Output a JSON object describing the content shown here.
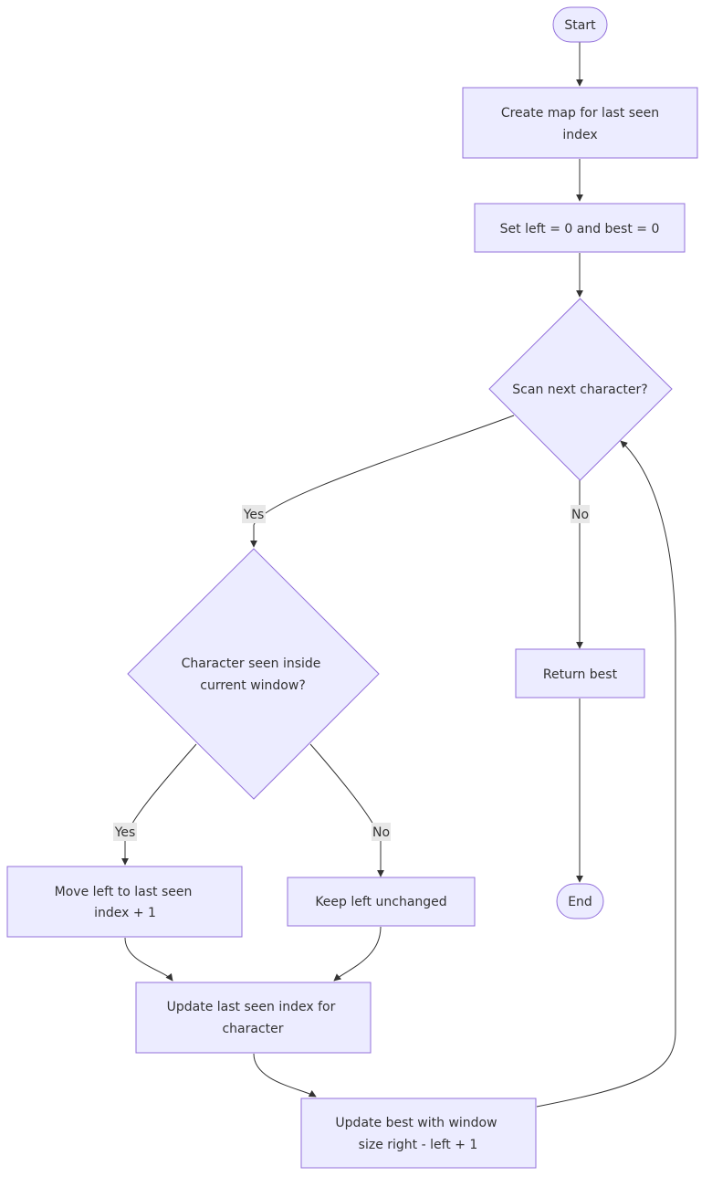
{
  "nodes": {
    "start": {
      "lines": [
        "Start"
      ]
    },
    "create_map": {
      "lines": [
        "Create map for last seen",
        "index"
      ]
    },
    "init": {
      "lines": [
        "Set left = 0 and best = 0"
      ]
    },
    "scan": {
      "lines": [
        "Scan next character?"
      ]
    },
    "seen": {
      "lines": [
        "Character seen inside",
        "current window?"
      ]
    },
    "return_best": {
      "lines": [
        "Return best"
      ]
    },
    "move_left": {
      "lines": [
        "Move left to last seen",
        "index + 1"
      ]
    },
    "keep_left": {
      "lines": [
        "Keep left unchanged"
      ]
    },
    "end": {
      "lines": [
        "End"
      ]
    },
    "update_index": {
      "lines": [
        "Update last seen index for",
        "character"
      ]
    },
    "update_best": {
      "lines": [
        "Update best with window",
        "size right - left + 1"
      ]
    }
  },
  "edge_labels": {
    "scan_yes": "Yes",
    "scan_no": "No",
    "seen_yes": "Yes",
    "seen_no": "No"
  },
  "colors": {
    "node_fill": "#ececff",
    "node_stroke": "#9370db",
    "edge": "#333333",
    "label_bg": "#e8e8e8",
    "text": "#333333"
  }
}
